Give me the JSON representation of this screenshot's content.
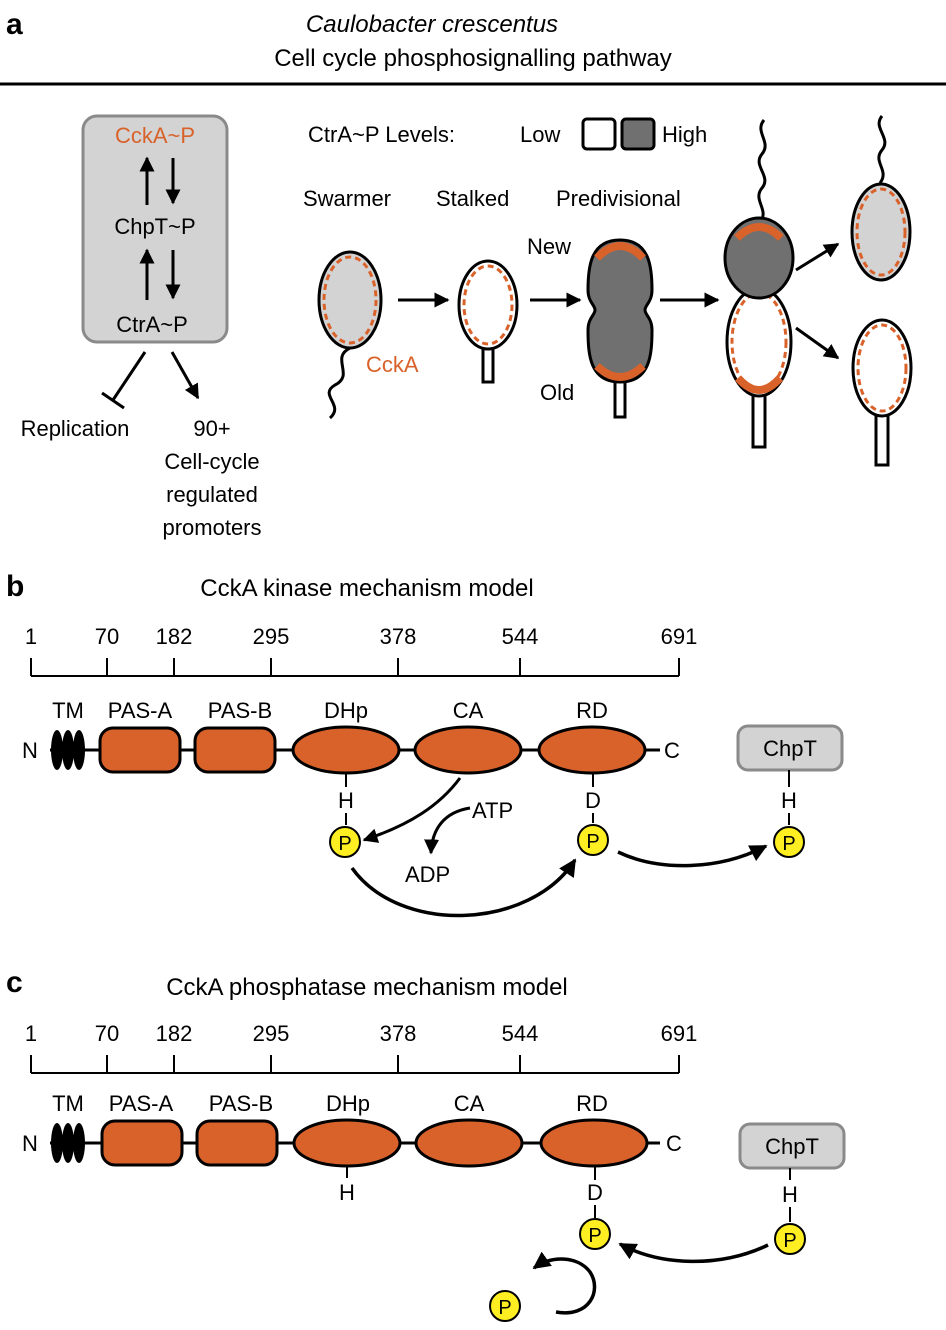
{
  "colors": {
    "orange": "#d9622b",
    "yellow": "#ffee22",
    "gray_light": "#d3d3d3",
    "gray_dark": "#707070",
    "box_border": "#8a8a8a"
  },
  "panel_a": {
    "label": "a",
    "title_italic": "Caulobacter crescentus",
    "title": "Cell cycle phosphosignalling pathway",
    "cascade": {
      "top": "CckA~P",
      "middle": "ChpT~P",
      "bottom": "CtrA~P"
    },
    "replication": "Replication",
    "promoters": [
      "90+",
      "Cell-cycle",
      "regulated",
      "promoters"
    ],
    "levels_label": "CtrA~P Levels:",
    "low": "Low",
    "high": "High",
    "stages": {
      "swarmer": "Swarmer",
      "stalked": "Stalked",
      "predivisional": "Predivisional"
    },
    "new": "New",
    "old": "Old",
    "ccka": "CckA"
  },
  "panel_b": {
    "label": "b",
    "title": "CckA kinase mechanism model",
    "ticks": [
      "1",
      "70",
      "182",
      "295",
      "378",
      "544",
      "691"
    ],
    "domains": {
      "tm": "TM",
      "pasa": "PAS-A",
      "pasb": "PAS-B",
      "dhp": "DHp",
      "ca": "CA",
      "rd": "RD"
    },
    "n": "N",
    "c": "C",
    "h": "H",
    "d": "D",
    "p": "P",
    "chpt": "ChpT",
    "atp": "ATP",
    "adp": "ADP"
  },
  "panel_c": {
    "label": "c",
    "title": "CckA phosphatase mechanism model",
    "ticks": [
      "1",
      "70",
      "182",
      "295",
      "378",
      "544",
      "691"
    ],
    "domains": {
      "tm": "TM",
      "pasa": "PAS-A",
      "pasb": "PAS-B",
      "dhp": "DHp",
      "ca": "CA",
      "rd": "RD"
    },
    "n": "N",
    "c": "C",
    "h": "H",
    "d": "D",
    "p": "P",
    "chpt": "ChpT"
  }
}
